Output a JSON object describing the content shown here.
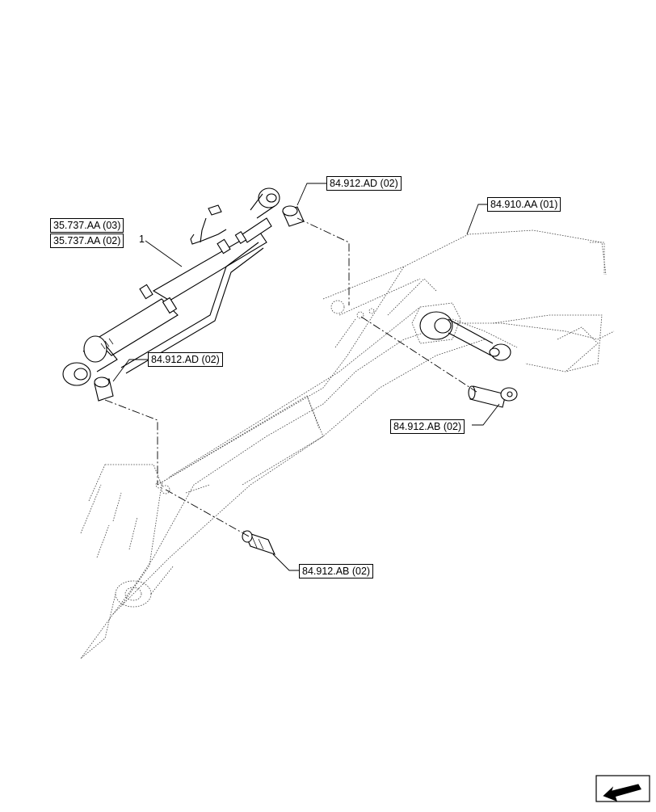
{
  "callouts": {
    "cylinder_a": "35.737.AA (03)",
    "cylinder_b": "35.737.AA (02)",
    "bushing_top": "84.912.AD (02)",
    "bushing_left": "84.912.AD (02)",
    "boom": "84.910.AA (01)",
    "pin_right": "84.912.AB (02)",
    "pin_bottom": "84.912.AB (02)"
  },
  "item_number": "1",
  "icons": {
    "corner": "arrow-navigation-icon"
  }
}
